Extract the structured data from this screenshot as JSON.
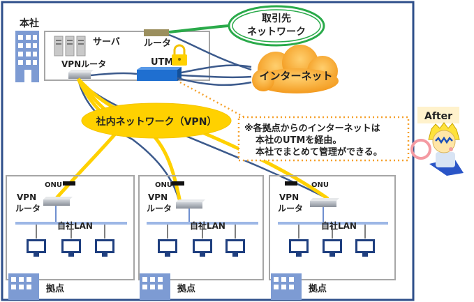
{
  "hq": {
    "label": "本社",
    "server_label": "サーバ",
    "router_label": "ルータ",
    "utm_label": "UTM",
    "vpn_router_label": "VPNルータ"
  },
  "partner_label_line1": "取引先",
  "partner_label_line2": "ネットワーク",
  "internet_label": "インターネット",
  "vpn_network_label": "社内ネットワーク（VPN）",
  "note": {
    "line1": "※各拠点からのインターネットは",
    "line2": "本社のUTMを経由。",
    "line3": "本社でまとめて管理ができる。"
  },
  "after_badge": "After",
  "branches": [
    {
      "onu_label": "ONU",
      "vpn_label": "VPN",
      "router_label": "ルータ",
      "lan_label": "自社LAN",
      "site_label": "拠点"
    },
    {
      "onu_label": "ONU",
      "vpn_label": "VPN",
      "router_label": "ルータ",
      "lan_label": "自社LAN",
      "site_label": "拠点"
    },
    {
      "onu_label": "ONU",
      "vpn_label": "VPN",
      "router_label": "ルータ",
      "lan_label": "自社LAN",
      "site_label": "拠点"
    }
  ],
  "colors": {
    "frame": "#2e4f8a",
    "yellow": "#ffd100",
    "orange": "#f5a02a",
    "green": "#2aaa4a",
    "cable": "#3c5a8c",
    "utm": "#1f6fd0",
    "building": "#7d9bd3"
  }
}
